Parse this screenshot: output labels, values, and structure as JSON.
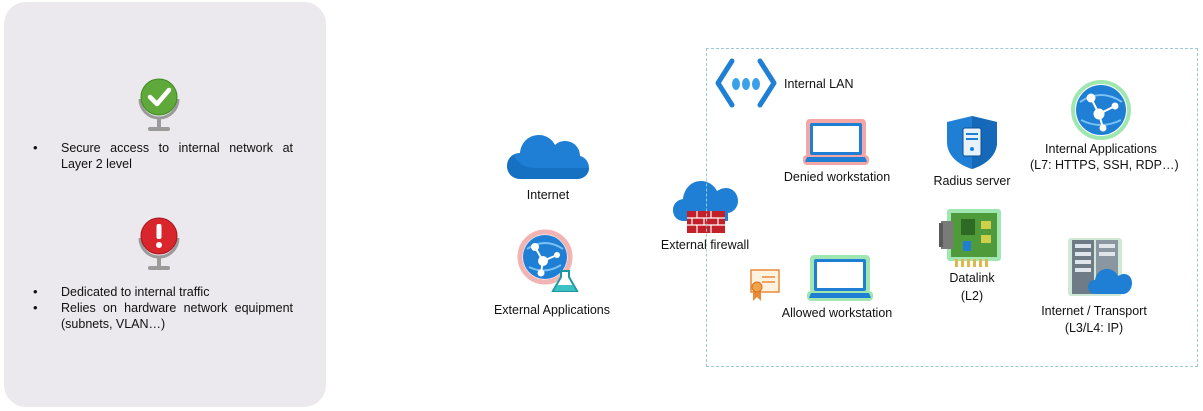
{
  "panel": {
    "pros_icon": "check-globe-icon",
    "pros": [
      "Secure access to internal network at Layer 2 level"
    ],
    "cons_icon": "exclamation-globe-icon",
    "cons": [
      "Dedicated to internal traffic",
      "Relies on hardware network equipment (subnets, VLAN…)"
    ]
  },
  "nodes": {
    "internet": "Internet",
    "external_apps": "External Applications",
    "external_firewall": "External firewall",
    "internal_lan": "Internal LAN",
    "denied_workstation": "Denied workstation",
    "allowed_workstation": "Allowed workstation",
    "radius_server": "Radius server",
    "internal_apps_line1": "Internal Applications",
    "internal_apps_line2": "(L7: HTTPS, SSH, RDP…)",
    "datalink_line1": "Datalink",
    "datalink_line2": "(L2)",
    "transport_line1": "Internet / Transport",
    "transport_line2": "(L3/L4: IP)"
  },
  "colors": {
    "panel_bg": "#ebe9ee",
    "check_green": "#5fa83a",
    "alert_red": "#d9262c",
    "azure_blue": "#1e7fd4",
    "lan_border": "#9dc8d6",
    "denied_glow": "#f4a6a6",
    "allowed_glow": "#9fe6b0"
  }
}
